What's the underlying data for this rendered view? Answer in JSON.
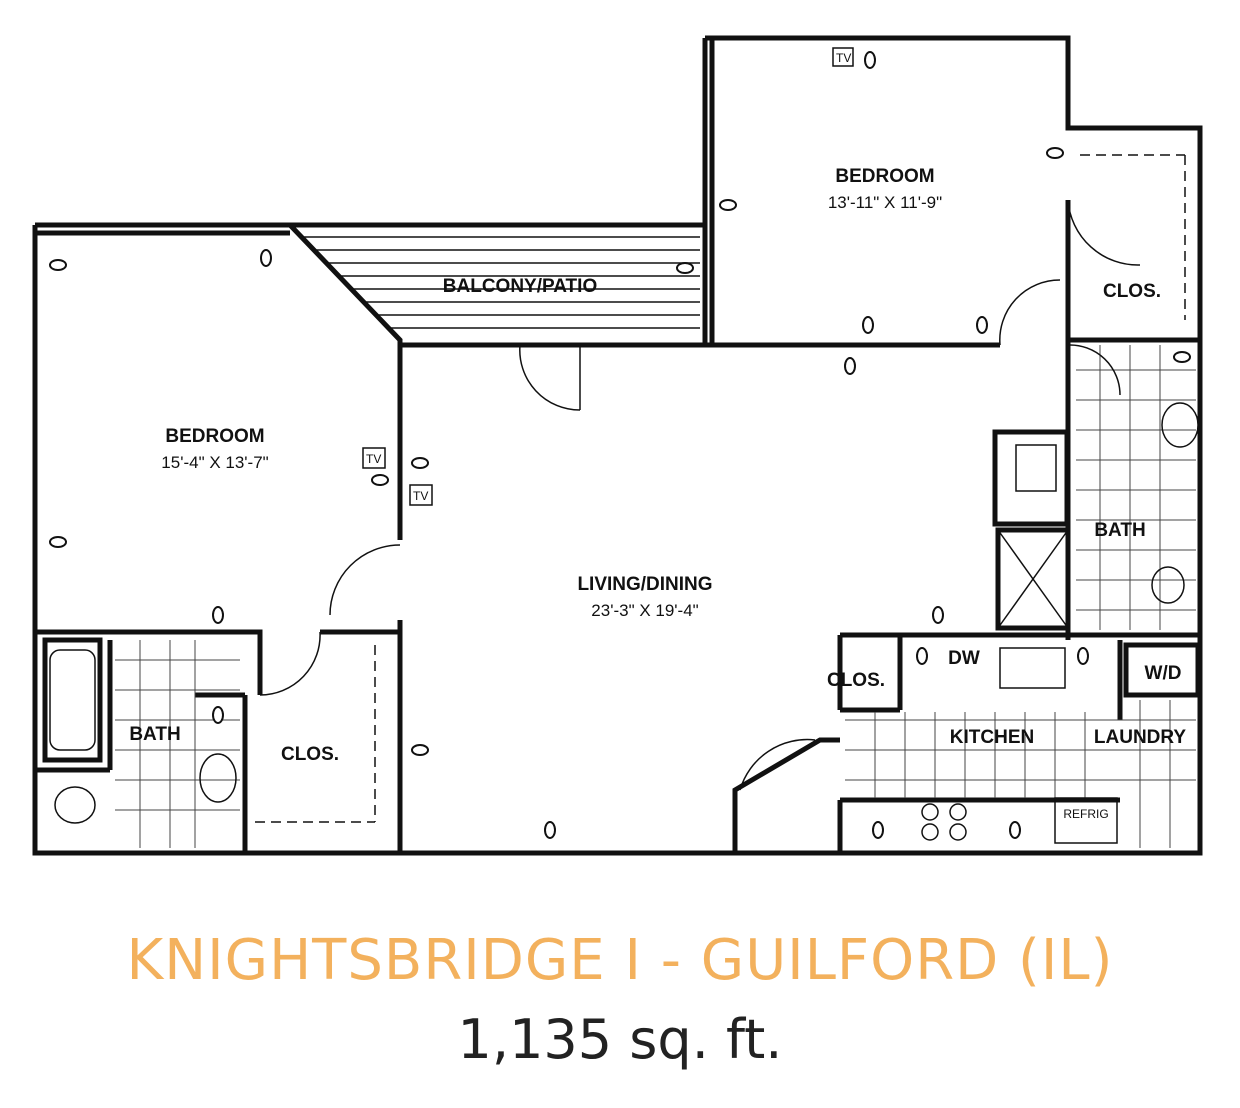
{
  "title": "KNIGHTSBRIDGE I - GUILFORD (IL)",
  "area": "1,135 sq. ft.",
  "rooms": {
    "bedroom_upper": {
      "label": "BEDROOM",
      "dims": "13'-11\" X 11'-9\""
    },
    "bedroom_left": {
      "label": "BEDROOM",
      "dims": "15'-4\" X 13'-7\""
    },
    "living": {
      "label": "LIVING/DINING",
      "dims": "23'-3\" X 19'-4\""
    },
    "balcony": {
      "label": "BALCONY/PATIO"
    },
    "clos_upper": {
      "label": "CLOS."
    },
    "clos_left": {
      "label": "CLOS."
    },
    "clos_kitchen": {
      "label": "CLOS."
    },
    "bath_right": {
      "label": "BATH"
    },
    "bath_left": {
      "label": "BATH"
    },
    "kitchen": {
      "label": "KITCHEN"
    },
    "laundry": {
      "label": "LAUNDRY"
    },
    "wd": {
      "label": "W/D"
    },
    "dw": {
      "label": "DW"
    },
    "refrig": {
      "label": "REFRIG"
    },
    "tv": {
      "label": "TV"
    }
  }
}
